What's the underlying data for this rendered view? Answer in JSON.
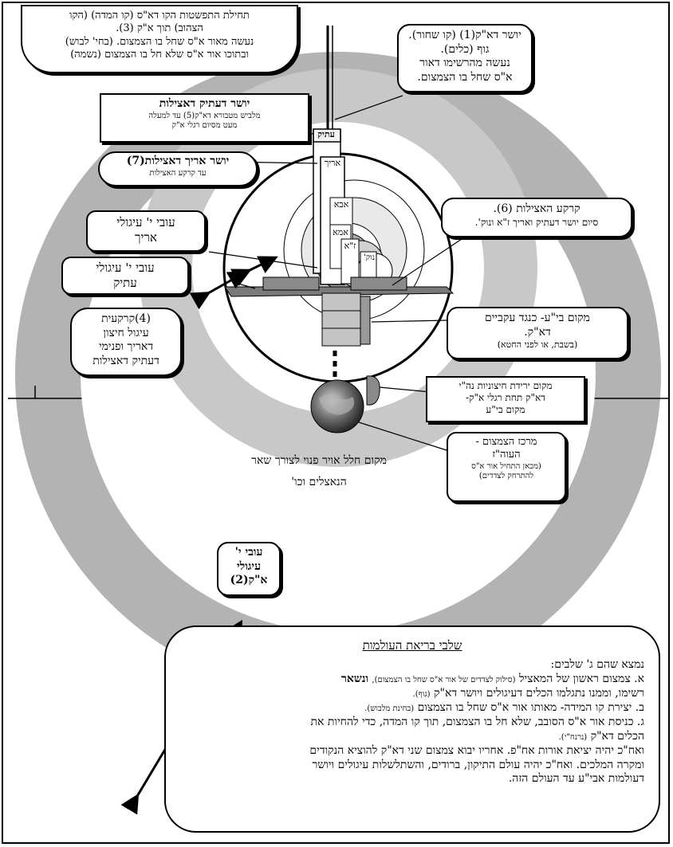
{
  "callouts": {
    "top_center": {
      "line1": "תחילת התפשטות הקו דא\"ס (קו המדה) (הקו",
      "line2": "הצהוב) תוך א\"ק (3).",
      "line3": "נעשה מאור א\"ס שחל בו הצמצום. (בחי' לבוש)",
      "line4": "ובתוכו אור א\"ס שלא חל בו הצמצום (נשמה)"
    },
    "top_right": {
      "line1": "יושר דא\"ק(1) (קו שחור).",
      "line2": "גוף (כלים).",
      "line3": "נעשה מהרשימו דאור",
      "line4": "א\"ס שחל בו הצמצום."
    },
    "atik": {
      "title": "יושר דעתיק דאצילות",
      "sub1": "מלביש מטבורא דא\"ק(5) עד למעלה",
      "sub2": "מעט מסיום רגלי א\"ק"
    },
    "arikh": {
      "title": "יושר אריך דאצילות(7)",
      "sub": "עד קרקע האצילות"
    },
    "karka": {
      "title": "קרקע האצילות (6).",
      "sub": "סיום יושר דעתיק ואריך ז\"א ונוק'."
    },
    "ovi_arikh": {
      "line1": "עובי י' עיגולי",
      "line2": "אריך"
    },
    "ovi_atik": {
      "line1": "עובי י' עיגולי",
      "line2": "עתיק"
    },
    "karkait": {
      "line1": "(4)קרקעית",
      "line2": "עיגול חיצון",
      "line3": "דאריך ופנימי",
      "line4": "דעתיק דאצילות"
    },
    "bya": {
      "line1": "מקום בי\"ע- כנגד עקביים",
      "line2": "דא\"ק.",
      "line3": "(בשבת, או לפני החטא)"
    },
    "yerida": {
      "line1": "מקום ירידת חיצוניות נה\"י",
      "line2": "דא\"ק תחת רגלי א\"ק-",
      "line3": "מקום בי\"ע"
    },
    "merkaz": {
      "line1": "מרכז הצמצום -",
      "line2": "העוה\"ז",
      "line3": "(מכאן התחיל אור א\"ס",
      "line4": "להתרחק לצדדים)"
    },
    "ovi_ak": {
      "line1": "עובי י'",
      "line2": "עיגולי",
      "line3": "א\"ק(2)"
    }
  },
  "labels": {
    "atik_box": "עתיק",
    "arikh_box": "אריך",
    "abba": "אבא",
    "imma": "אמא",
    "za": "ז\"א",
    "nukva": "נוק'",
    "halal_line1": "מקום חלל אויר פנוי לצורך שאר",
    "halal_line2": "הנאצלים וכו'"
  },
  "summary": {
    "title": "שלבי בריאת העולמות",
    "intro": "נמצא שהם ג' שלבים:",
    "a_main": "א. צמצום ראשון של המאציל",
    "a_small": "(סילוק לצדדים של אור א\"ס שחל בו הצמצום),",
    "a_rest": "ונשאר",
    "a2_main": "רשימו, וממנו נתגלמו הכלים דעיגולים ויושר דא\"ק",
    "a2_small": "(גוף).",
    "b_main": "ב. יצירת קו המידה- מאותו אור א\"ס שחל בו הצמצום",
    "b_small": "(בחינת מלבוש).",
    "c_main": "ג. כניסת אור א\"ס הסובב, שלא חל בו הצמצום, תוך קו המדה, כדי להחיות את",
    "c2_main": "הכלים דא\"ק",
    "c2_small": "(נרנח\"י).",
    "d1": "ואח\"כ יהיה יציאת אורות אח\"פ. אחריו יבוא צמצום שני דא\"ק להוציא הנקודים",
    "d2": "ומקרה המלכים. ואח\"כ יהיה עולם התיקון, ברודים, והשתלשלות עיגולים ויושר",
    "d3": "דעולמות אבי\"ע עד העולם הזה."
  },
  "colors": {
    "outer_circle": "#b3b3b3",
    "mid_circle": "#d6d6d6",
    "inner_circle": "#ffffff",
    "shadow": "#000000"
  }
}
